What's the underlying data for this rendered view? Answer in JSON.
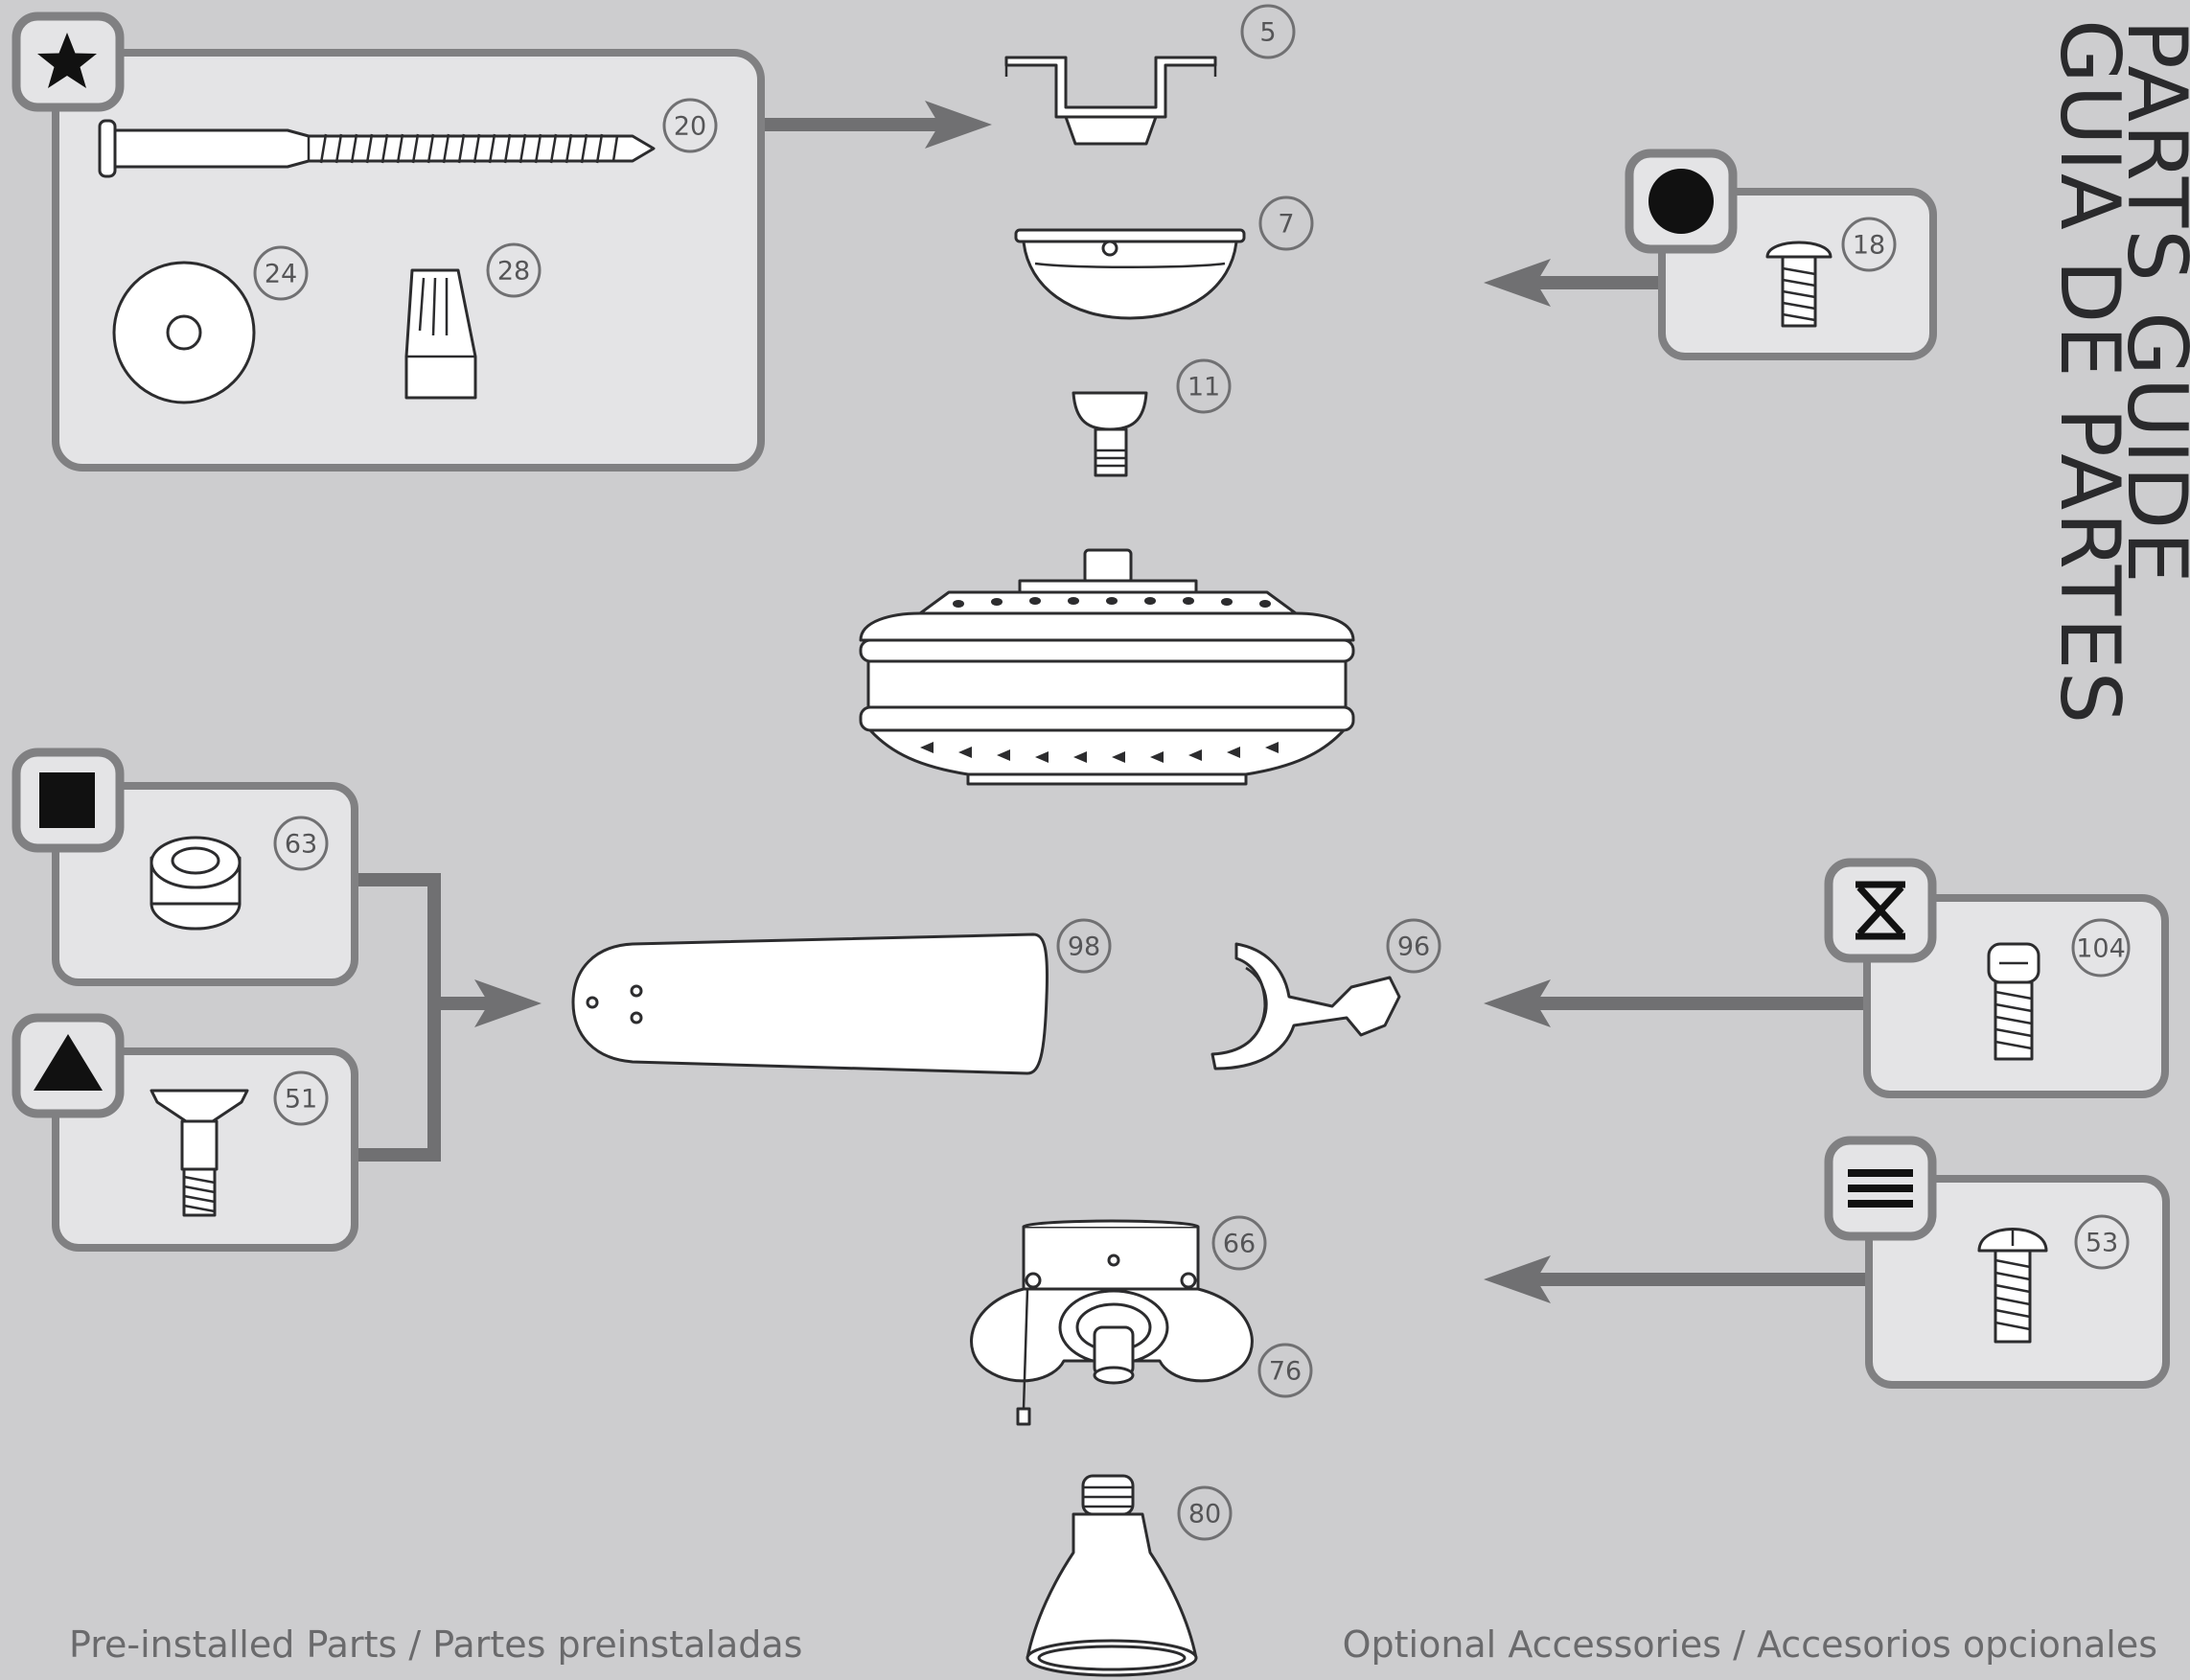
{
  "title": {
    "line1": "PARTS GUIDE",
    "line2": "GUIA DE PARTES"
  },
  "footer": {
    "left": "Pre-installed Parts / Partes preinstaladas",
    "right": "Optional Accessories / Accesorios opcionales"
  },
  "groups": [
    {
      "id": "star",
      "symbol": "star",
      "parts": [
        "20",
        "24",
        "28"
      ],
      "target": "5"
    },
    {
      "id": "circle",
      "symbol": "filled-circle",
      "parts": [
        "18"
      ],
      "target": "7"
    },
    {
      "id": "square",
      "symbol": "filled-square",
      "parts": [
        "63"
      ],
      "target": "98"
    },
    {
      "id": "triangle",
      "symbol": "filled-triangle",
      "parts": [
        "51"
      ],
      "target": "98"
    },
    {
      "id": "hourglass",
      "symbol": "hourglass",
      "parts": [
        "104"
      ],
      "target": "96"
    },
    {
      "id": "lines",
      "symbol": "three-lines",
      "parts": [
        "53"
      ],
      "target": "66"
    }
  ],
  "part_numbers": {
    "p5": "5",
    "p7": "7",
    "p11": "11",
    "p18": "18",
    "p20": "20",
    "p24": "24",
    "p28": "28",
    "p51": "51",
    "p53": "53",
    "p63": "63",
    "p66": "66",
    "p76": "76",
    "p80": "80",
    "p96": "96",
    "p98": "98",
    "p104": "104"
  },
  "colors": {
    "background": "#cdcdcf",
    "box_fill": "#e4e4e6",
    "box_stroke": "#808082",
    "arrow": "#707072"
  }
}
